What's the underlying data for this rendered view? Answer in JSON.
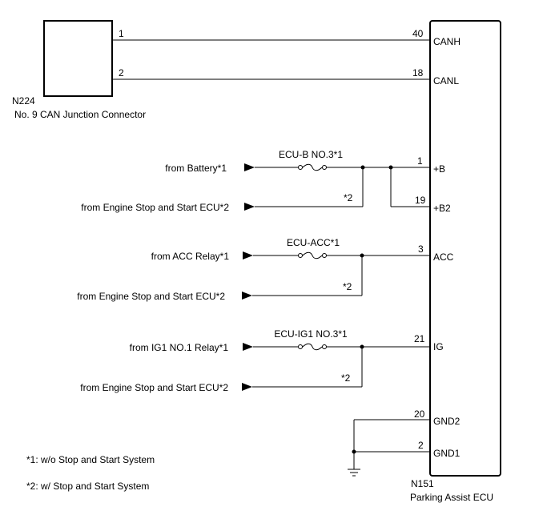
{
  "junction_connector": {
    "code": "N224",
    "name": "No. 9 CAN Junction Connector",
    "pins": [
      "1",
      "2"
    ]
  },
  "ecu": {
    "code": "N151",
    "name": "Parking Assist ECU",
    "terminals": [
      {
        "pin": "40",
        "name": "CANH"
      },
      {
        "pin": "18",
        "name": "CANL"
      },
      {
        "pin": "1",
        "name": "+B"
      },
      {
        "pin": "19",
        "name": "+B2"
      },
      {
        "pin": "3",
        "name": "ACC"
      },
      {
        "pin": "21",
        "name": "IG"
      },
      {
        "pin": "20",
        "name": "GND2"
      },
      {
        "pin": "2",
        "name": "GND1"
      }
    ]
  },
  "fuses": {
    "ecub": "ECU-B NO.3*1",
    "ecuacc": "ECU-ACC*1",
    "ecuig1": "ECU-IG1 NO.3*1"
  },
  "sources": {
    "battery": "from Battery*1",
    "essecu_1": "from Engine Stop and Start ECU*2",
    "acc_relay": "from ACC Relay*1",
    "essecu_2": "from Engine Stop and Start ECU*2",
    "ig1_relay": "from IG1 NO.1 Relay*1",
    "essecu_3": "from Engine Stop and Start ECU*2"
  },
  "wire_notes": {
    "b_branch": "*2",
    "acc_branch": "*2",
    "ig_branch": "*2"
  },
  "footnotes": {
    "note1": "*1: w/o Stop and Start System",
    "note2": "*2: w/ Stop and Start System"
  }
}
